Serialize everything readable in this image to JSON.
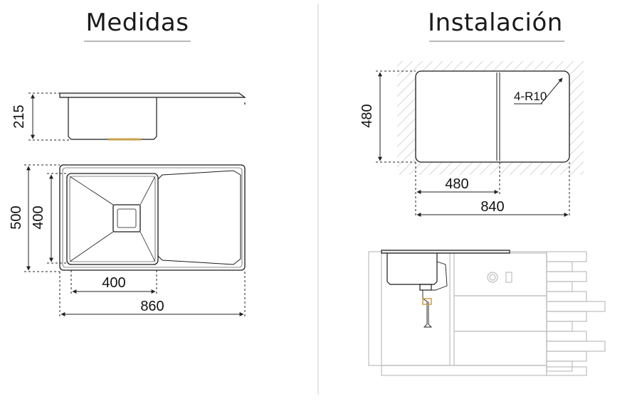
{
  "titles": {
    "left": "Medidas",
    "right": "Instalación"
  },
  "dimensions": {
    "height": "215",
    "outer_depth": "500",
    "bowl_depth": "400",
    "bowl_width": "400",
    "total_width": "860",
    "cutout_depth": "480",
    "cutout_bowl": "480",
    "cutout_width": "840",
    "corner_radius": "4-R10"
  },
  "colors": {
    "line": "#1a1a1a",
    "dimension": "#222222",
    "drain": "#c8a04a",
    "hatch": "#d6d6d6",
    "divider": "#e6e6e6"
  }
}
